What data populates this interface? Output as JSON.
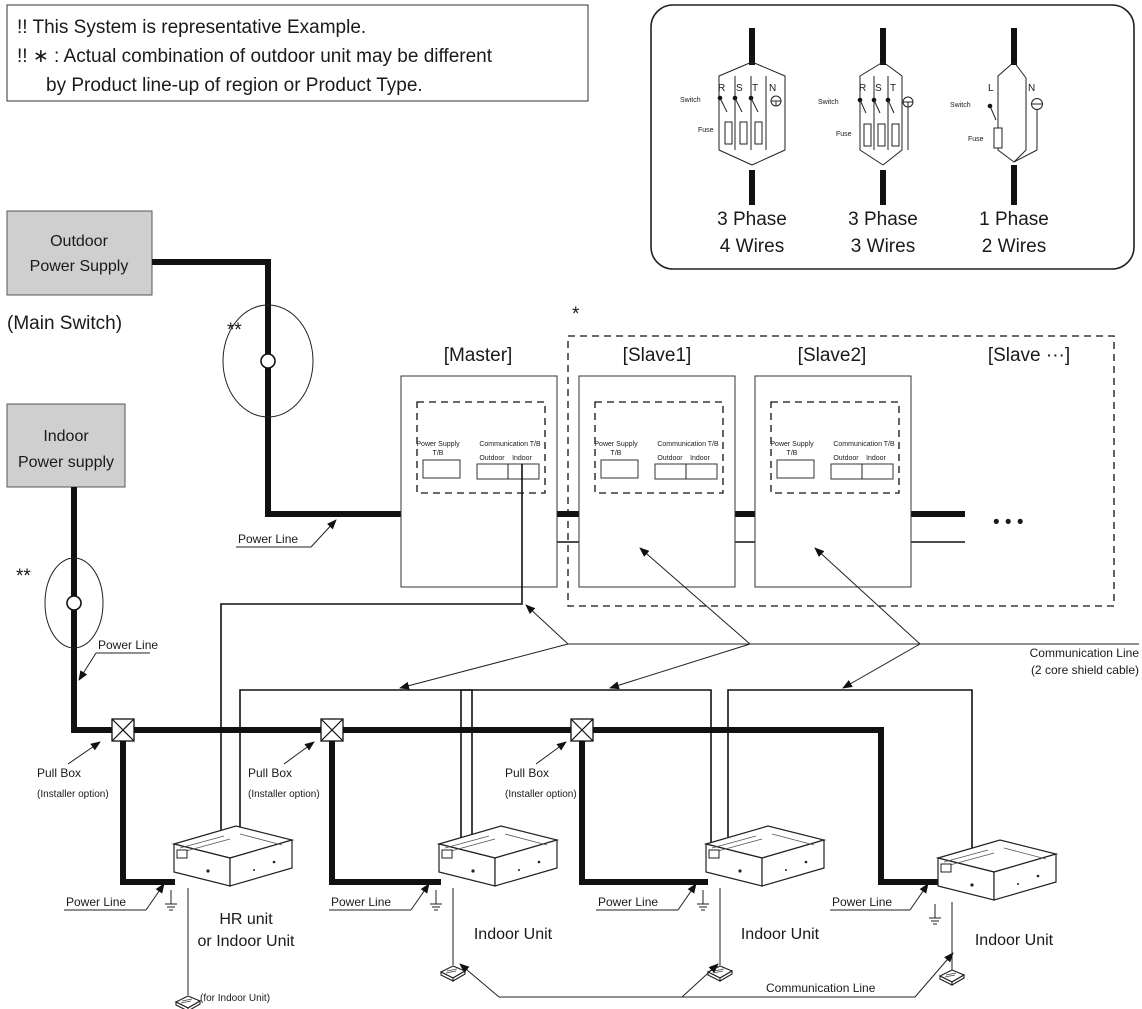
{
  "notes": {
    "line1": "!! This System is representative Example.",
    "line2": "!!  ∗ : Actual combination of outdoor unit may be different",
    "line3": "by Product line-up of region or Product Type."
  },
  "wiring_legend": {
    "phase3_4w": {
      "phase": "3 Phase",
      "wires": "4 Wires",
      "terminals": [
        "R",
        "S",
        "T",
        "N"
      ]
    },
    "phase3_3w": {
      "phase": "3 Phase",
      "wires": "3 Wires",
      "terminals": [
        "R",
        "S",
        "T"
      ]
    },
    "phase1_2w": {
      "phase": "1 Phase",
      "wires": "2 Wires",
      "terminals": [
        "L",
        "N"
      ]
    },
    "switch_label": "Switch",
    "fuse_label": "Fuse"
  },
  "outdoor_supply": {
    "line1": "Outdoor",
    "line2": "Power Supply",
    "caption": "(Main Switch)"
  },
  "indoor_supply": {
    "line1": "Indoor",
    "line2": "Power supply"
  },
  "double_star": "**",
  "single_star": "*",
  "units": {
    "master": "[Master]",
    "slave1": "[Slave1]",
    "slave2": "[Slave2]",
    "slave_n": "[Slave ···]"
  },
  "tb": {
    "power_supply_1": "Power Supply",
    "power_supply_2": "T/B",
    "comm": "Communication T/B",
    "outdoor": "Outdoor",
    "indoor": "Indoor"
  },
  "ellipsis": "• • •",
  "labels": {
    "power_line": "Power Line",
    "comm_line_1": "Communication Line",
    "comm_line_2": "(2 core shield cable)",
    "pull_box_1": "Pull Box",
    "pull_box_2": "(Installer option)",
    "hr_unit_1": "HR unit",
    "hr_unit_2": "or Indoor Unit",
    "indoor_unit": "Indoor Unit",
    "for_indoor": "(for Indoor Unit)",
    "comm_line_bottom": "Communication Line"
  }
}
